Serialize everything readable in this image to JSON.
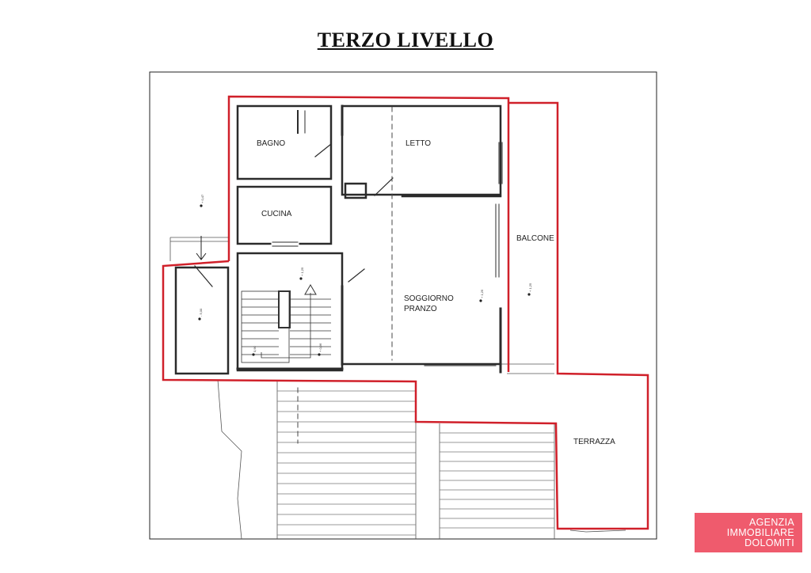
{
  "page": {
    "title": "TERZO LIVELLO"
  },
  "rooms": {
    "bagno": "BAGNO",
    "letto": "LETTO",
    "cucina": "CUCINA",
    "balcone": "BALCONE",
    "soggiorno_line1": "SOGGIORNO",
    "soggiorno_line2": "PRANZO",
    "terrazza": "TERRAZZA"
  },
  "levels": {
    "entry": "+ 0,47",
    "storage": "- 5,00",
    "landing": "+ 1,25",
    "stair_left": "0,90",
    "stair_right": "+ 0,96",
    "living": "+ 1,25",
    "balcony": "+ 1,25"
  },
  "agency": {
    "line1": "AGENZIA",
    "line2": "IMMOBILIARE",
    "line3": "DOLOMITI",
    "color": "#ef5b6d"
  },
  "colors": {
    "boundary": "#d0202a",
    "walls": "#2b2b2b"
  }
}
